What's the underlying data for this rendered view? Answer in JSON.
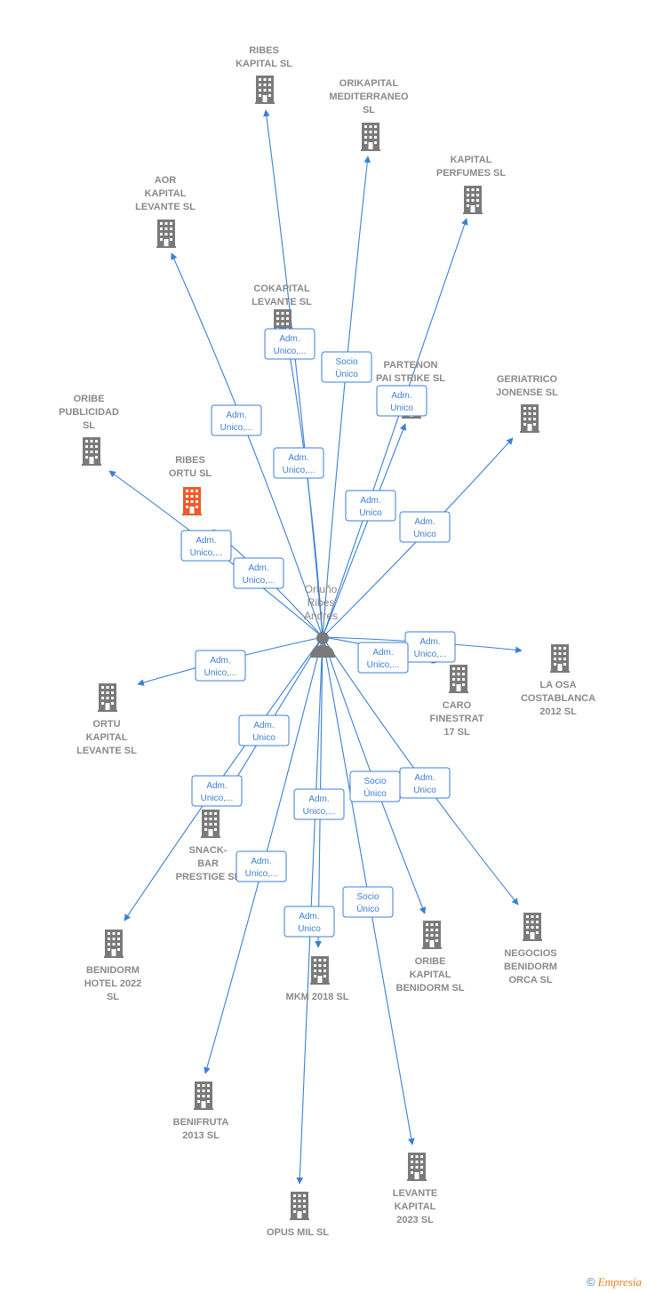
{
  "person": {
    "name_lines": [
      "Ortuño",
      "Ribes",
      "Andres"
    ]
  },
  "colors": {
    "edge": "#3b7fd4",
    "building": "#7a7a7a",
    "highlight": "#f05a28",
    "label": "#8a8a8a",
    "brand": "#e8801c"
  },
  "companies": [
    {
      "id": "ribes-kapital",
      "lines": [
        "RIBES",
        "KAPITAL  SL"
      ],
      "highlight": false
    },
    {
      "id": "orikapital-mediterraneo",
      "lines": [
        "ORIKAPITAL",
        "MEDITERRANEO",
        "SL"
      ],
      "highlight": false
    },
    {
      "id": "kapital-perfumes",
      "lines": [
        "KAPITAL",
        "PERFUMES SL"
      ],
      "highlight": false
    },
    {
      "id": "aor-kapital-levante",
      "lines": [
        "AOR",
        "KAPITAL",
        "LEVANTE  SL"
      ],
      "highlight": false
    },
    {
      "id": "cokapital-levante",
      "lines": [
        "COKAPITAL",
        "LEVANTE  SL"
      ],
      "highlight": false
    },
    {
      "id": "partenon-pai-strike",
      "lines": [
        "PARTENON",
        "PAI STRIKE  SL"
      ],
      "highlight": false
    },
    {
      "id": "geriatrico-jonense",
      "lines": [
        "GERIATRICO",
        "JONENSE SL"
      ],
      "highlight": false
    },
    {
      "id": "oribe-publicidad",
      "lines": [
        "ORIBE",
        "PUBLICIDAD",
        "SL"
      ],
      "highlight": false
    },
    {
      "id": "ribes-ortu",
      "lines": [
        "RIBES",
        "ORTU  SL"
      ],
      "highlight": true
    },
    {
      "id": "la-osa-costablanca",
      "lines": [
        "LA OSA",
        "COSTABLANCA",
        "2012 SL"
      ],
      "highlight": false
    },
    {
      "id": "caro-finestrat",
      "lines": [
        "CARO",
        "FINESTRAT",
        "17  SL"
      ],
      "highlight": false
    },
    {
      "id": "ortu-kapital-levante",
      "lines": [
        "ORTU",
        "KAPITAL",
        "LEVANTE  SL"
      ],
      "highlight": false
    },
    {
      "id": "snack-bar-prestige",
      "lines": [
        "SNACK-",
        "BAR",
        "PRESTIGE SL"
      ],
      "highlight": false
    },
    {
      "id": "benidorm-hotel-2022",
      "lines": [
        "BENIDORM",
        "HOTEL 2022",
        "SL"
      ],
      "highlight": false
    },
    {
      "id": "mkm-2018",
      "lines": [
        "MKM 2018  SL"
      ],
      "highlight": false
    },
    {
      "id": "oribe-kapital-benidorm",
      "lines": [
        "ORIBE",
        "KAPITAL",
        "BENIDORM  SL"
      ],
      "highlight": false
    },
    {
      "id": "negocios-benidorm-orca",
      "lines": [
        "NEGOCIOS",
        "BENIDORM",
        "ORCA SL"
      ],
      "highlight": false
    },
    {
      "id": "benifruta-2013",
      "lines": [
        "BENIFRUTA",
        "2013  SL"
      ],
      "highlight": false
    },
    {
      "id": "levante-kapital-2023",
      "lines": [
        "LEVANTE",
        "KAPITAL",
        "2023  SL"
      ],
      "highlight": false
    },
    {
      "id": "opus-mil",
      "lines": [
        "OPUS MIL SL"
      ],
      "highlight": false
    }
  ],
  "relations": [
    {
      "target": "ribes-kapital",
      "lines": [
        "Adm.",
        "Unico,..."
      ]
    },
    {
      "target": "orikapital-mediterraneo",
      "lines": [
        "Socio",
        "Único"
      ]
    },
    {
      "target": "kapital-perfumes",
      "lines": [
        "Adm.",
        "Unico"
      ]
    },
    {
      "target": "aor-kapital-levante",
      "lines": [
        "Adm.",
        "Unico,..."
      ]
    },
    {
      "target": "cokapital-levante",
      "lines": [
        "Adm.",
        "Unico,..."
      ]
    },
    {
      "target": "partenon-pai-strike",
      "lines": [
        "Adm.",
        "Unico"
      ]
    },
    {
      "target": "geriatrico-jonense",
      "lines": [
        "Adm.",
        "Unico"
      ]
    },
    {
      "target": "oribe-publicidad",
      "lines": [
        "Adm.",
        "Unico,..."
      ]
    },
    {
      "target": "ribes-ortu",
      "lines": [
        "Adm.",
        "Unico,..."
      ]
    },
    {
      "target": "la-osa-costablanca",
      "lines": [
        "Adm.",
        "Unico,..."
      ]
    },
    {
      "target": "caro-finestrat",
      "lines": [
        "Adm.",
        "Unico,..."
      ]
    },
    {
      "target": "ortu-kapital-levante",
      "lines": [
        "Adm.",
        "Unico,..."
      ]
    },
    {
      "target": "snack-bar-prestige",
      "lines": [
        "Adm.",
        "Unico"
      ]
    },
    {
      "target": "benidorm-hotel-2022",
      "lines": [
        "Adm.",
        "Unico,..."
      ]
    },
    {
      "target": "mkm-2018",
      "lines": [
        "Adm.",
        "Unico,..."
      ]
    },
    {
      "target": "oribe-kapital-benidorm",
      "lines": [
        "Socio",
        "Único"
      ]
    },
    {
      "target": "negocios-benidorm-orca",
      "lines": [
        "Adm.",
        "Unico"
      ]
    },
    {
      "target": "benifruta-2013",
      "lines": [
        "Adm.",
        "Unico,..."
      ]
    },
    {
      "target": "levante-kapital-2023",
      "lines": [
        "Socio",
        "Único"
      ]
    },
    {
      "target": "opus-mil",
      "lines": [
        "Adm.",
        "Unico"
      ]
    }
  ],
  "footer": {
    "copyright": "©",
    "brand": "Empresia"
  }
}
